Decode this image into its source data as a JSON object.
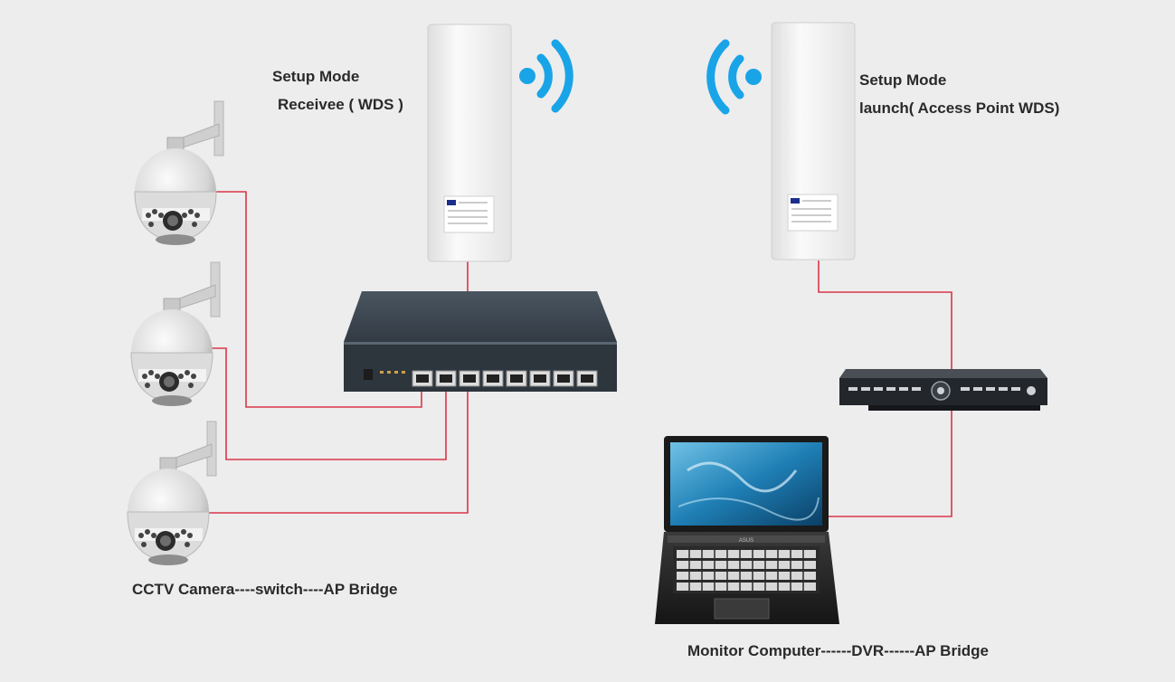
{
  "receiver": {
    "mode_label": "Setup Mode",
    "mode_value": "Receivee ( WDS )"
  },
  "launcher": {
    "mode_label": "Setup Mode",
    "mode_value": "launch( Access Point WDS)"
  },
  "captions": {
    "left": "CCTV Camera----switch----AP Bridge",
    "right": "Monitor Computer------DVR------AP Bridge"
  },
  "laptop": {
    "brand": "ASUS"
  },
  "colors": {
    "background": "#ededed",
    "cable": "#d9364a",
    "wifi": "#1aa4e8",
    "switch_body": "#3b4550",
    "dvr_body": "#2a2d33"
  },
  "icons": [
    "ptz-dome-camera-icon",
    "wifi-waves-icon",
    "ethernet-switch-icon",
    "dvr-icon",
    "laptop-icon",
    "ap-bridge-icon"
  ]
}
